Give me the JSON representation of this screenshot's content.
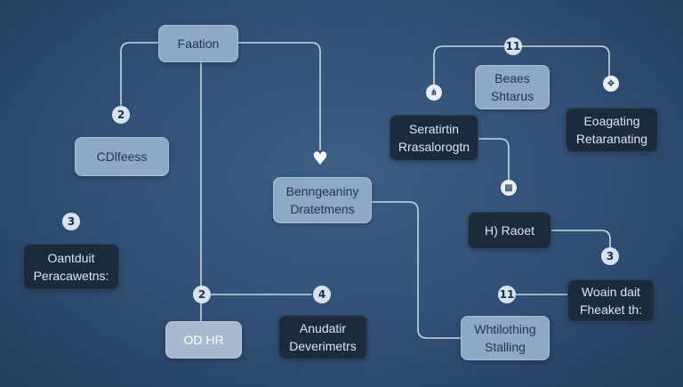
{
  "nodes": {
    "faation": "Faation",
    "cdlfeess": "CDlfeess",
    "oantduit": [
      "Oantduit",
      "Peracawetns:"
    ],
    "od_hr": "OD HR",
    "anudatir": [
      "Anudatir",
      "Deverimetrs"
    ],
    "benngeaniny": [
      "Benngeaniny",
      "Dratetmens"
    ],
    "beaes": [
      "Beaes",
      "Shtarus"
    ],
    "seratirtin": [
      "Seratirtin",
      "Rrasalorogtn"
    ],
    "eoagating": [
      "Eoagating",
      "Retaranating"
    ],
    "h_raoet": "H) Raoet",
    "woain_dart": [
      "Woain dait",
      "Fheaket th:"
    ],
    "whtilothing": [
      "Whtilothing",
      "Stalling"
    ]
  },
  "badges": {
    "b_left_2": "2",
    "b_left_3": "3",
    "b_mid_2": "2",
    "b_mid_4": "4",
    "b_top_11": "11",
    "b_right_3": "3",
    "b_right_11": "11"
  },
  "icons": {
    "heart": "heart-icon",
    "fork": "fork-icon",
    "move": "move-icon",
    "link": "link-icon"
  },
  "colors": {
    "background": "#304f74",
    "node_light": "#8fa8c6",
    "node_dark": "#1b2a3d",
    "connector": "#c8d5e4"
  }
}
